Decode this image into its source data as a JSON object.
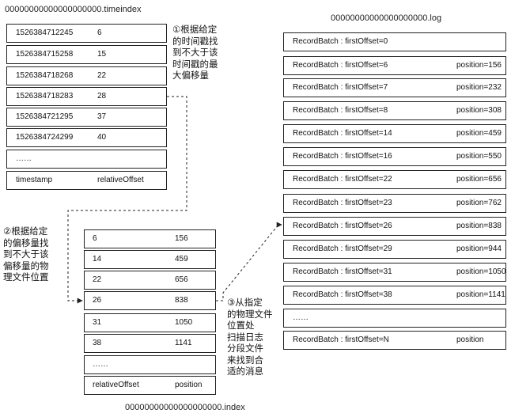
{
  "timeindex": {
    "title": "00000000000000000000.timeindex",
    "rows": [
      {
        "timestamp": "1526384712245",
        "offset": "6"
      },
      {
        "timestamp": "1526384715258",
        "offset": "15"
      },
      {
        "timestamp": "1526384718268",
        "offset": "22"
      },
      {
        "timestamp": "1526384718283",
        "offset": "28"
      },
      {
        "timestamp": "1526384721295",
        "offset": "37"
      },
      {
        "timestamp": "1526384724299",
        "offset": "40"
      }
    ],
    "ellipsis": "……",
    "header": {
      "col1": "timestamp",
      "col2": "relativeOffset"
    }
  },
  "index": {
    "title": "00000000000000000000.index",
    "rows": [
      {
        "offset": "6",
        "position": "156"
      },
      {
        "offset": "14",
        "position": "459"
      },
      {
        "offset": "22",
        "position": "656"
      },
      {
        "offset": "26",
        "position": "838"
      },
      {
        "offset": "31",
        "position": "1050"
      },
      {
        "offset": "38",
        "position": "1141"
      }
    ],
    "ellipsis": "……",
    "header": {
      "col1": "relativeOffset",
      "col2": "position"
    }
  },
  "log": {
    "title": "00000000000000000000.log",
    "rows": [
      {
        "label": "RecordBatch : firstOffset=0",
        "position": ""
      },
      {
        "label": "RecordBatch : firstOffset=6",
        "position": "position=156"
      },
      {
        "label": "RecordBatch : firstOffset=7",
        "position": "position=232"
      },
      {
        "label": "RecordBatch : firstOffset=8",
        "position": "position=308"
      },
      {
        "label": "RecordBatch : firstOffset=14",
        "position": "position=459"
      },
      {
        "label": "RecordBatch : firstOffset=16",
        "position": "position=550"
      },
      {
        "label": "RecordBatch : firstOffset=22",
        "position": "position=656"
      },
      {
        "label": "RecordBatch : firstOffset=23",
        "position": "position=762"
      },
      {
        "label": "RecordBatch : firstOffset=26",
        "position": "position=838"
      },
      {
        "label": "RecordBatch : firstOffset=29",
        "position": "position=944"
      },
      {
        "label": "RecordBatch : firstOffset=31",
        "position": "position=1050"
      },
      {
        "label": "RecordBatch : firstOffset=38",
        "position": "position=1141"
      }
    ],
    "ellipsis": "……",
    "footer": {
      "label": "RecordBatch : firstOffset=N",
      "position": "position"
    }
  },
  "notes": {
    "step1": [
      "①根据给定",
      "的时间戳找",
      "到不大于该",
      "时间戳的最",
      "大偏移量"
    ],
    "step2": [
      "②根据给定",
      "的偏移量找",
      "到不大于该",
      "偏移量的物",
      "理文件位置"
    ],
    "step3": [
      "③从指定",
      "的物理文件",
      "位置处",
      "扫描日志",
      "分段文件",
      "来找到合",
      "适的消息"
    ]
  }
}
